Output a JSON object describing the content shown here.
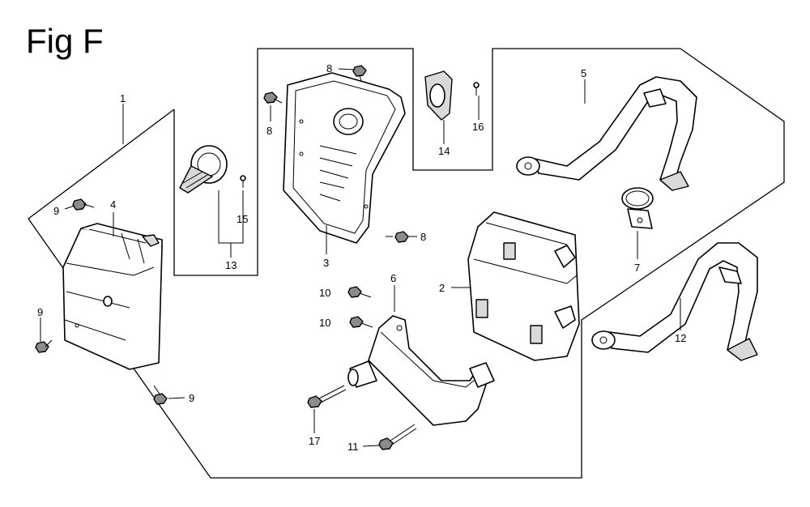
{
  "title": "Fig F",
  "callouts": {
    "c1": "1",
    "c2": "2",
    "c3": "3",
    "c4": "4",
    "c5": "5",
    "c6": "6",
    "c7": "7",
    "c8a": "8",
    "c8b": "8",
    "c8c": "8",
    "c9a": "9",
    "c9b": "9",
    "c9c": "9",
    "c10a": "10",
    "c10b": "10",
    "c11": "11",
    "c12": "12",
    "c13": "13",
    "c14": "14",
    "c15": "15",
    "c16": "16",
    "c17": "17"
  }
}
